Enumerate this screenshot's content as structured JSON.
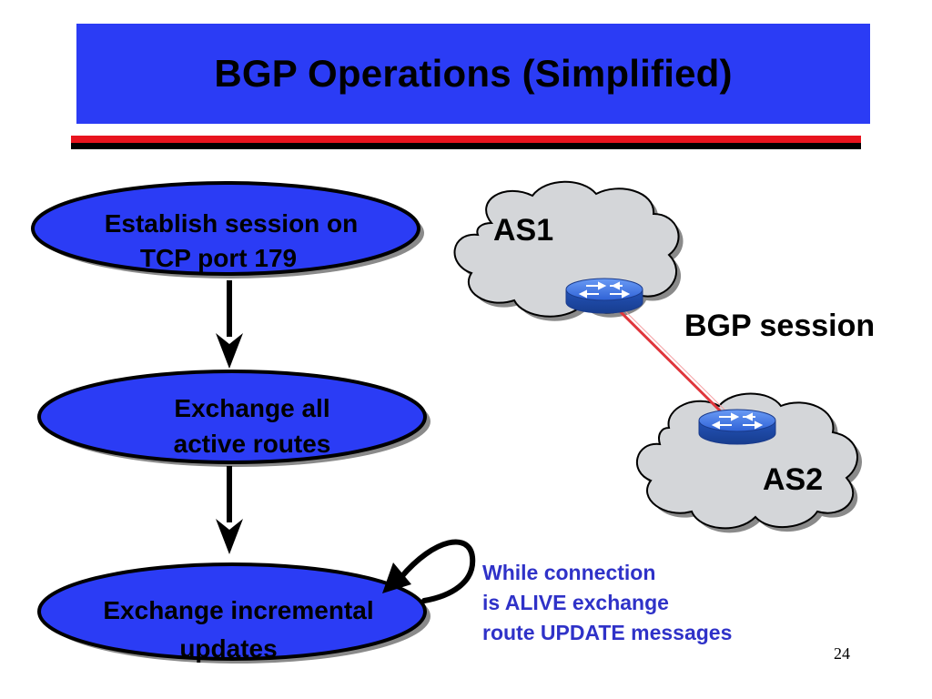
{
  "title": "BGP Operations (Simplified)",
  "steps": [
    {
      "lines": [
        "Establish session on",
        "TCP port 179"
      ]
    },
    {
      "lines": [
        "Exchange all",
        "active routes"
      ]
    },
    {
      "lines": [
        "Exchange incremental",
        "updates"
      ]
    }
  ],
  "network": {
    "as1_label": "AS1",
    "as2_label": "AS2",
    "session_label": "BGP session"
  },
  "loop_note": {
    "lines": [
      "While connection",
      "is ALIVE exchange",
      "route UPDATE messages"
    ]
  },
  "page_number": "24",
  "colors": {
    "title_bg": "#2b3cf5",
    "node_fill": "#2b3cf5",
    "rule_red": "#e8141e",
    "session_line": "#e0363c",
    "note_text": "#2f32c8",
    "cloud_fill": "#d4d6d9"
  },
  "icons": [
    "router-icon",
    "router-icon",
    "cloud-icon",
    "cloud-icon",
    "arrow-down-icon",
    "loop-arrow-icon"
  ]
}
